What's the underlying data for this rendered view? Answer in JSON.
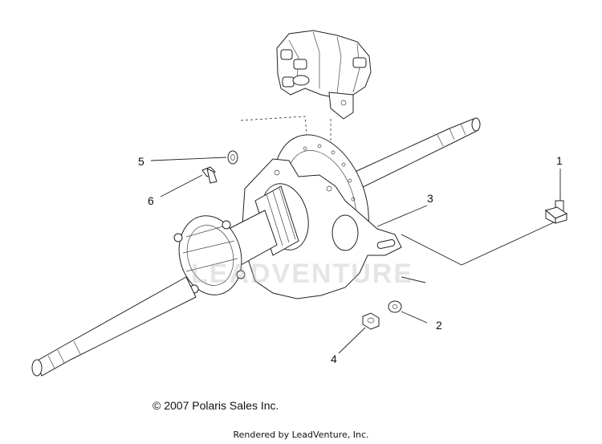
{
  "callouts": [
    {
      "id": "1",
      "label": "1"
    },
    {
      "id": "2",
      "label": "2"
    },
    {
      "id": "3",
      "label": "3"
    },
    {
      "id": "4",
      "label": "4"
    },
    {
      "id": "5",
      "label": "5"
    },
    {
      "id": "6",
      "label": "6"
    }
  ],
  "copyright": "© 2007 Polaris Sales Inc.",
  "rendered_by": "Rendered by LeadVenture, Inc.",
  "watermark": "LEADVENTURE"
}
